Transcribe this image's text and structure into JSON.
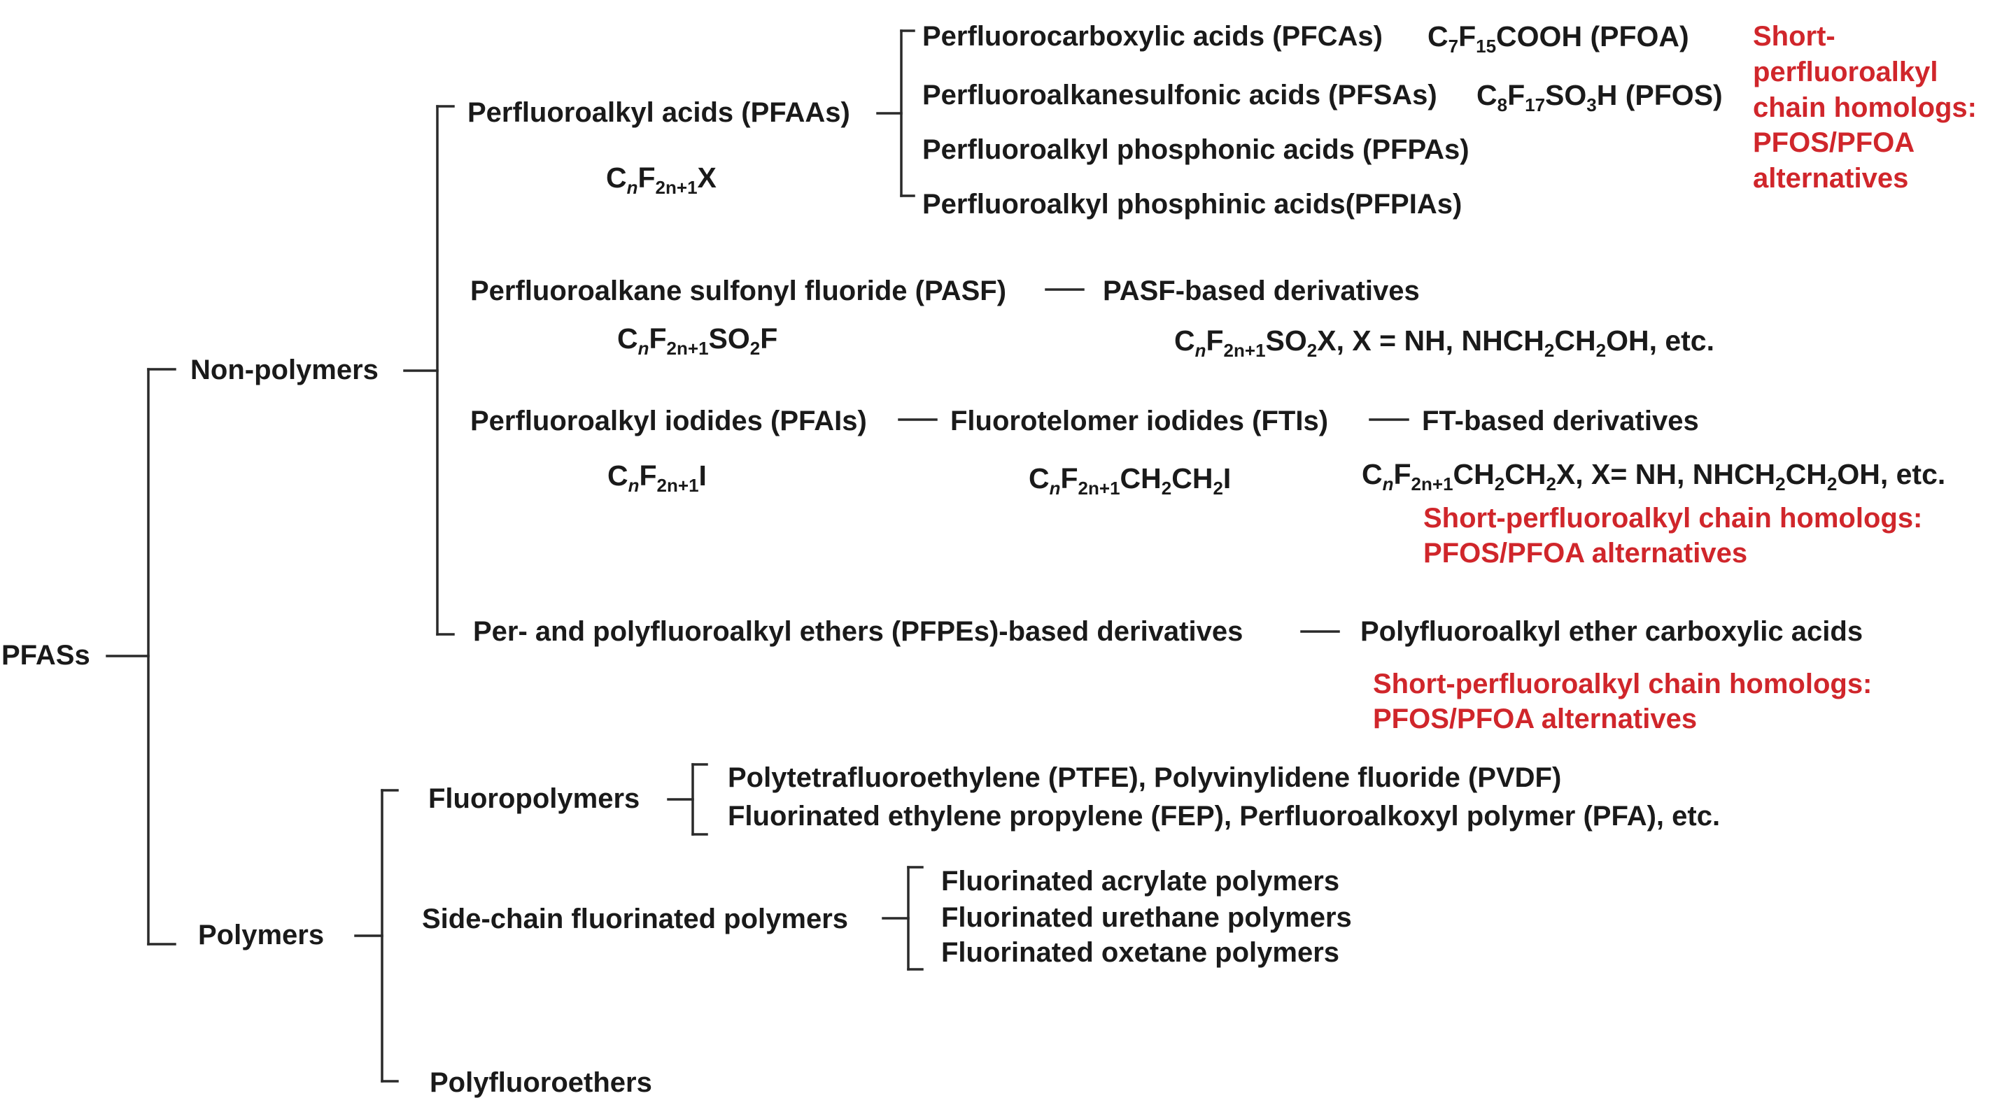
{
  "colors": {
    "text": "#1a1a1a",
    "highlight": "#d0262b",
    "lines": "#2a2a2a"
  },
  "root": "PFASs",
  "non_polymers": {
    "label": "Non-polymers",
    "pfaas": {
      "label": "Perfluoroalkyl acids (PFAAs)",
      "formula": {
        "p1": "C",
        "s1": "n",
        "p2": "F",
        "s2": "2n+1",
        "p3": "X"
      },
      "items": [
        {
          "label": "Perfluorocarboxylic acids (PFCAs)",
          "formula": {
            "p1": "C",
            "s1": "7",
            "p2": "F",
            "s2": "15",
            "p3": "COOH (PFOA)"
          }
        },
        {
          "label": "Perfluoroalkanesulfonic acids (PFSAs)",
          "formula": {
            "p1": "C",
            "s1": "8",
            "p2": "F",
            "s2": "17",
            "p3": "SO",
            "s3": "3",
            "p4": "H (PFOS)"
          }
        },
        {
          "label": "Perfluoroalkyl phosphonic acids (PFPAs)"
        },
        {
          "label": "Perfluoroalkyl phosphinic acids(PFPIAs)"
        }
      ],
      "note": [
        "Short-",
        "perfluoroalkyl",
        "chain homologs:",
        "PFOS/PFOA",
        "alternatives"
      ]
    },
    "pasf": {
      "label": "Perfluoroalkane sulfonyl fluoride (PASF)",
      "formula": {
        "p1": "C",
        "s1": "n",
        "p2": "F",
        "s2": "2n+1",
        "p3": "SO",
        "s3": "2",
        "p4": "F"
      },
      "derivative": "PASF-based derivatives",
      "derivative_formula": {
        "p1": "C",
        "s1": "n",
        "p2": "F",
        "s2": "2n+1",
        "p3": "SO",
        "s3": "2",
        "p4": "X, X = NH, NHCH",
        "s4": "2",
        "p5": "CH",
        "s5": "2",
        "p6": "OH,  etc."
      }
    },
    "pfai": {
      "label": "Perfluoroalkyl iodides (PFAIs)",
      "formula": {
        "p1": "C",
        "s1": "n",
        "p2": "F",
        "s2": "2n+1",
        "p3": "I"
      },
      "fti": "Fluorotelomer iodides (FTIs)",
      "fti_formula": {
        "p1": "C",
        "s1": "n",
        "p2": "F",
        "s2": "2n+1",
        "p3": "CH",
        "s3": "2",
        "p4": "CH",
        "s4": "2",
        "p5": "I"
      },
      "ft_derivatives": "FT-based derivatives",
      "ft_formula": {
        "p1": "C",
        "s1": "n",
        "p2": "F",
        "s2": "2n+1",
        "p3": "CH",
        "s3": "2",
        "p4": "CH",
        "s4": "2",
        "p5": "X, X= NH,  NHCH",
        "s5": "2",
        "p6": "CH",
        "s6": "2",
        "p7": "OH,  etc."
      },
      "note": [
        "Short-perfluoroalkyl chain homologs:",
        "PFOS/PFOA alternatives"
      ]
    },
    "pfpe": {
      "label": "Per- and polyfluoroalkyl ethers (PFPEs)-based derivatives",
      "derivative": "Polyfluoroalkyl ether carboxylic acids",
      "note": [
        "Short-perfluoroalkyl chain homologs:",
        "PFOS/PFOA alternatives"
      ]
    }
  },
  "polymers": {
    "label": "Polymers",
    "fluoropolymers": {
      "label": "Fluoropolymers",
      "items": [
        "Polytetrafluoroethylene (PTFE), Polyvinylidene fluoride (PVDF)",
        "Fluorinated ethylene propylene (FEP), Perfluoroalkoxyl polymer (PFA), etc."
      ]
    },
    "side_chain": {
      "label": "Side-chain fluorinated polymers",
      "items": [
        "Fluorinated acrylate polymers",
        "Fluorinated urethane polymers",
        "Fluorinated oxetane polymers"
      ]
    },
    "polyfluoroethers": "Polyfluoroethers"
  }
}
